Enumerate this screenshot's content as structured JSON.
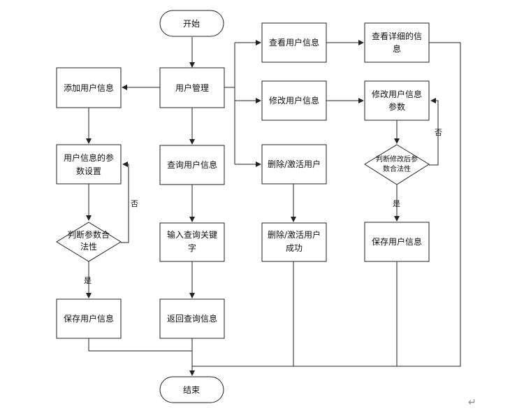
{
  "diagram": {
    "nodes": {
      "start": "开始",
      "user_manage": "用户管理",
      "add_user": "添加用户信息",
      "set_params": [
        "用户信息的参",
        "数设置"
      ],
      "judge_params": [
        "判断参数合",
        "法性"
      ],
      "save_left": "保存用户信息",
      "query_user": "查询用户信息",
      "input_keyword": [
        "输入查询关键",
        "字"
      ],
      "return_query": "返回查询信息",
      "view_user": "查看用户信息",
      "view_detail": [
        "查看详细的信",
        "息"
      ],
      "modify_user": "修改用户信息",
      "modify_params": [
        "修改用户信息",
        "参数"
      ],
      "judge_modified": [
        "判断修改后参",
        "数合法性"
      ],
      "save_right": "保存用户信息",
      "delete_activate": "删除/激活用户",
      "delete_success": [
        "删除/激活用户",
        "成功"
      ],
      "end": "结束"
    },
    "edge_labels": {
      "left_no": "否",
      "left_yes": "是",
      "right_no": "否",
      "right_yes": "是"
    },
    "corner_mark": "↵"
  }
}
